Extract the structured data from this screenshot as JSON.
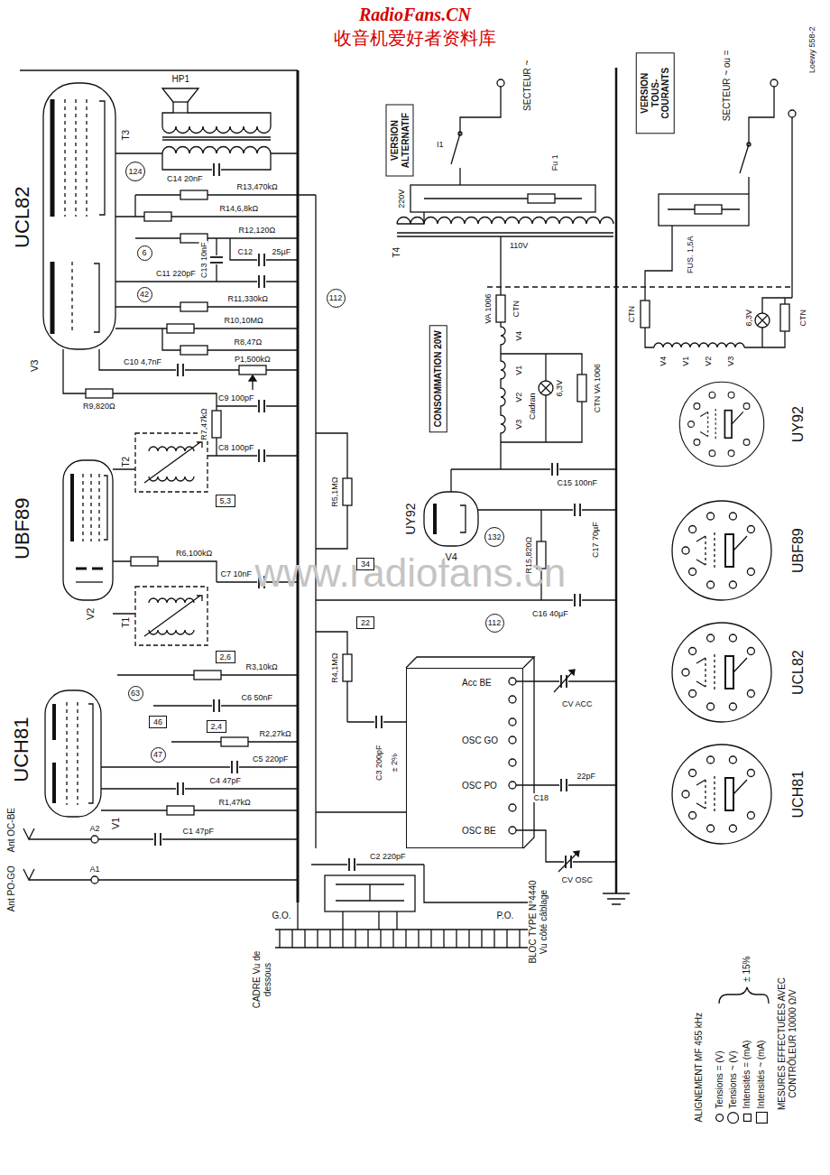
{
  "diagram": {
    "nodes": [
      {
        "text": [
          "VERSION ALTERNATIF"
        ]
      },
      {
        "text": [
          "VERSION TOUS-COURANTS"
        ]
      },
      {
        "text": [
          "124"
        ]
      },
      {
        "text": [
          "6"
        ]
      },
      {
        "text": [
          "42"
        ]
      },
      {
        "text": [
          "112"
        ]
      },
      {
        "text": [
          "CONSOMMATION 20W"
        ]
      },
      {
        "text": [
          "5,3"
        ]
      },
      {
        "text": [
          "132"
        ]
      },
      {
        "text": [
          "34"
        ]
      },
      {
        "text": [
          "22"
        ]
      },
      {
        "text": [
          "112"
        ]
      },
      {
        "text": [
          "2,6"
        ]
      },
      {
        "text": [
          "63"
        ]
      },
      {
        "text": [
          "46"
        ]
      },
      {
        "text": [
          "2,4"
        ]
      },
      {
        "text": [
          "47"
        ]
      },
      {
        "text": [
          "BLOC TYPE N°4440 Vu côté câblage",
          "Acc BE",
          "OSC GO",
          "OSC PO",
          "OSC BE"
        ]
      }
    ],
    "labels": [
      "RadioFans.CN",
      "收音机爱好者资料库",
      "www.radiofans.cn",
      "Loewy 558-2",
      "UCL82",
      "V3",
      "HP1",
      "T3",
      "C14 20nF",
      "R13,470kΩ",
      "R14,6,8kΩ",
      "R12,120Ω",
      "C13 10nF",
      "C12",
      "25µF",
      "C11 220pF",
      "R11,330kΩ",
      "R10,10MΩ",
      "R8,47Ω",
      "C10 4,7nF",
      "P1,500kΩ",
      "R9,820Ω",
      "R7,47kΩ",
      "C9 100pF",
      "C8 100pF",
      "T2",
      "UBF89",
      "V2",
      "R5,1MΩ",
      "R6,100kΩ",
      "C7 10nF",
      "T1",
      "R3,10kΩ",
      "C6 50nF",
      "R2,27kΩ",
      "C5 220pF",
      "C4 47pF",
      "R1,47kΩ",
      "UCH81",
      "V1",
      "Ant OC-BE",
      "A2",
      "C1 47pF",
      "Ant PO-GO",
      "A1",
      "C2 220pF",
      "CADRE Vu de dessous",
      "G.O.",
      "P.O.",
      "R4,1MΩ",
      "C3 200pF",
      "± 2%",
      "CV ACC",
      "22pF",
      "C18",
      "CV OSC",
      "SECTEUR ~",
      "I1",
      "Fu 1",
      "220V",
      "110V",
      "T4",
      "VA 1006",
      "CTN",
      "V4",
      "V1",
      "V2",
      "V3",
      "6,3V",
      "Cadran",
      "CTN VA 1006",
      "C15 100nF",
      "UY92",
      "V4",
      "C17 70µF",
      "R15,820Ω",
      "C16 40µF",
      "SECTEUR ~ ou =",
      "FUS. 1,5A",
      "CTN",
      "V4",
      "V1",
      "V2",
      "V3",
      "6,3V",
      "CTN",
      "UY92",
      "UBF89",
      "UCL82",
      "UCH81",
      "ALIGNEMENT MF 455 kHz",
      "± 15%",
      "MESURES EFFECTUÉES AVEC CONTRÔLEUR 10000 Ω/V"
    ],
    "legend": [
      {
        "text": "Tensions = (V)"
      },
      {
        "text": "Tensions ~ (V)"
      },
      {
        "text": "Intensités = (mA)"
      },
      {
        "text": "Intensités ~ (mA)"
      }
    ]
  }
}
